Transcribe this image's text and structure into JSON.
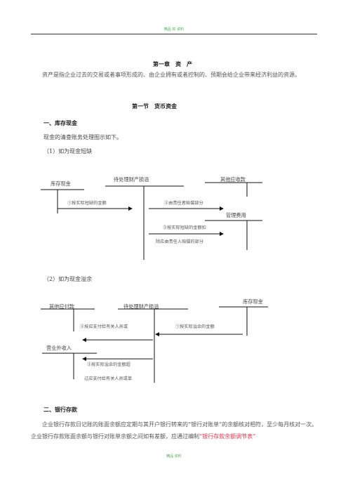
{
  "header": {
    "text": "精品 好 资料"
  },
  "chapter": {
    "title": "第一章　资　产"
  },
  "intro": "资产是指企业过去的交易或者事项形成的、由企业拥有或者控制的、预期会给企业带来经济利益的资源。",
  "section1": {
    "title": "第一节　货币资金"
  },
  "sub1": {
    "title": "一、库存现金"
  },
  "sub1_text": "现金的清查账务处理图示如下。",
  "case1": {
    "label": "（1）如为现金短缺",
    "acct_cash": "库存现金",
    "acct_pending": "待处理财产损溢",
    "acct_other_recv": "其他应收款",
    "acct_admin": "管理费用",
    "note1": "①按实际短缺的金额",
    "note2": "②由责任者赔偿部分",
    "note3a": "③按实际短缺的金额扣",
    "note3b": "除应由责任人赔偿的部分"
  },
  "case2": {
    "label": "（2）如为现金溢余",
    "acct_other_pay": "其他应付款",
    "acct_pending": "待处理财产损溢",
    "acct_cash": "库存现金",
    "acct_nonop": "营业外收入",
    "note1": "①按实际溢余的金额",
    "note2": "②按应支付给有关人员或",
    "note3a": "③按实际溢余的金额超",
    "note3b": "过应支付给有关人员或单"
  },
  "sub2": {
    "title": "二、银行存款"
  },
  "bank_text_before": "企业银行存款日记账的账面余额应定期与其开户银行转来的“银行对账单”的余额核对相符，至少每月核对一次。企业银行存款账面余额与银行对账单余额之间如有差额，应通过编制",
  "bank_text_highlight": "“银行存款余额调节表”",
  "footer": {
    "text": "精品 资料"
  }
}
